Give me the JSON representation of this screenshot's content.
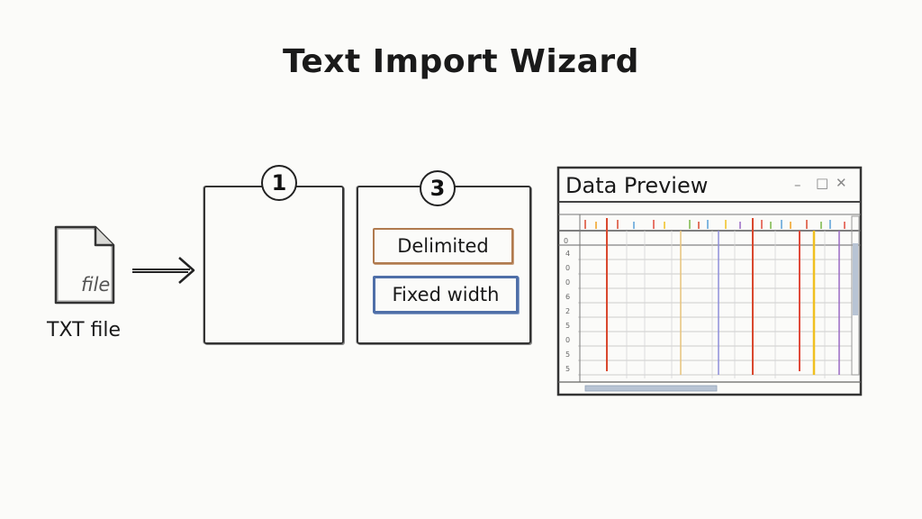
{
  "title": "Text Import Wizard",
  "file": {
    "icon": "file-icon",
    "icon_text": "file",
    "label": "TXT file"
  },
  "arrow": {
    "icon": "right-arrow-icon"
  },
  "steps": [
    {
      "number": "1"
    },
    {
      "number": "3",
      "options": {
        "delimited": "Delimited",
        "fixed_width": "Fixed width"
      }
    }
  ],
  "preview": {
    "title": "Data Preview",
    "controls": [
      "–",
      "□",
      "✕"
    ],
    "colors": {
      "delimited_border": "#b07a4e",
      "fixed_width_border": "#4f6fa8"
    }
  }
}
